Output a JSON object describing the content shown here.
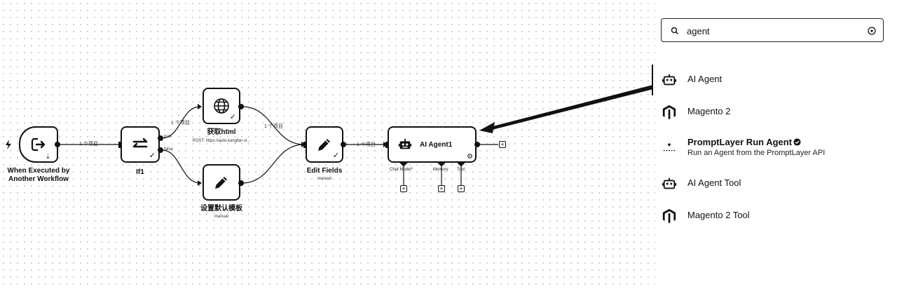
{
  "canvas": {
    "trigger": {
      "line1": "When Executed by",
      "line2": "Another Workflow"
    },
    "if_node": {
      "label": "If1",
      "branch_true": "true",
      "branch_false": "false"
    },
    "http_node": {
      "label": "获取html",
      "subtitle": "POST: https://auto.kangfan.vi..."
    },
    "set_default_node": {
      "label": "设置默认模板",
      "subtitle": "manual"
    },
    "edit_fields_node": {
      "label": "Edit Fields",
      "subtitle": "manual"
    },
    "agent_node": {
      "label": "AI Agent1",
      "sub_chat_model": "Chat Model*",
      "sub_memory": "Memory",
      "sub_tool": "Tool"
    },
    "edge_labels": {
      "trigger_to_if": "1 个项目",
      "if_to_http": "1 个项目",
      "http_to_edit": "1 个项目",
      "edit_to_agent": "1 个项目"
    },
    "plus": "+"
  },
  "panel": {
    "search": {
      "value": "agent"
    },
    "results": [
      {
        "title": "AI Agent",
        "icon": "robot-icon"
      },
      {
        "title": "Magento 2",
        "icon": "magento-icon"
      },
      {
        "title": "PromptLayer Run Agent",
        "desc": "Run an Agent from the PromptLayer API",
        "icon": "promptlayer-icon",
        "verified": "verified-badge-icon"
      },
      {
        "title": "AI Agent Tool",
        "icon": "robot-icon"
      },
      {
        "title": "Magento 2 Tool",
        "icon": "magento-icon"
      }
    ]
  }
}
